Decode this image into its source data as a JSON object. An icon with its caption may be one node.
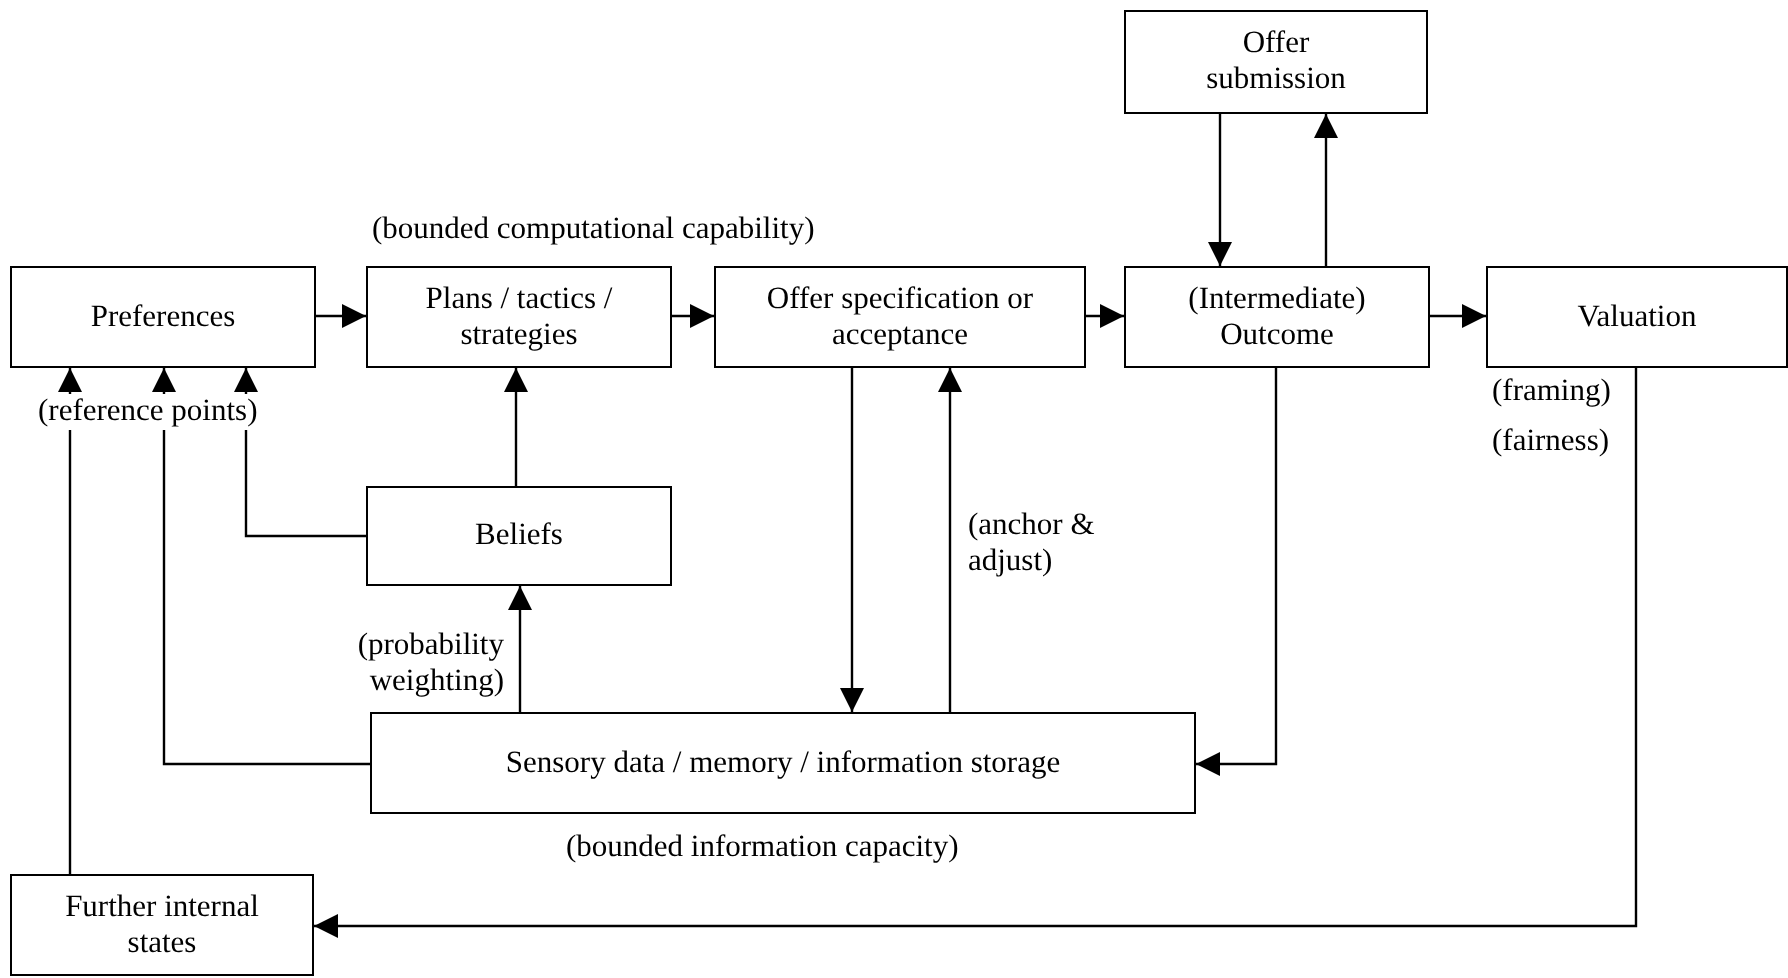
{
  "diagram": {
    "nodes": [
      {
        "text": [
          "Offer submission"
        ]
      },
      {
        "text": [
          "Preferences"
        ]
      },
      {
        "text": [
          "Plans / tactics / strategies"
        ]
      },
      {
        "text": [
          "Offer specification or acceptance"
        ]
      },
      {
        "text": [
          "(Intermediate) Outcome"
        ]
      },
      {
        "text": [
          "Valuation"
        ],
        "beside": [
          "(framing)",
          "(fairness)"
        ]
      },
      {
        "text": [
          "Beliefs"
        ]
      },
      {
        "text": [
          "Sensory data / memory / information storage"
        ],
        "beside": [
          "(bounded information capacity)"
        ]
      },
      {
        "text": [
          "Further internal states"
        ]
      }
    ],
    "edges": [
      {
        "from": 1,
        "to": 2,
        "arrow": "to"
      },
      {
        "from": 2,
        "to": 3,
        "arrow": "to"
      },
      {
        "from": 3,
        "to": 4,
        "arrow": "to"
      },
      {
        "from": 4,
        "to": 5,
        "arrow": "to"
      },
      {
        "from": 0,
        "to": 4,
        "arrow": "to"
      },
      {
        "from": 4,
        "to": 0,
        "arrow": "to"
      },
      {
        "from": 3,
        "to": 7,
        "arrow": "to"
      },
      {
        "from": 7,
        "to": 3,
        "arrow": "to",
        "label": "(anchor & adjust)"
      },
      {
        "from": 4,
        "to": 7,
        "arrow": "to"
      },
      {
        "from": 6,
        "to": 2,
        "arrow": "to"
      },
      {
        "from": 7,
        "to": 6,
        "arrow": "to",
        "label": "(probability weighting)"
      },
      {
        "from": 6,
        "to": 1,
        "arrow": "to"
      },
      {
        "from": 7,
        "to": 1,
        "arrow": "to"
      },
      {
        "from": 8,
        "to": 1,
        "arrow": "to"
      },
      {
        "from": 5,
        "to": 8,
        "arrow": "to"
      }
    ],
    "labels": [
      "(bounded computational capability)",
      "(reference points)"
    ]
  }
}
